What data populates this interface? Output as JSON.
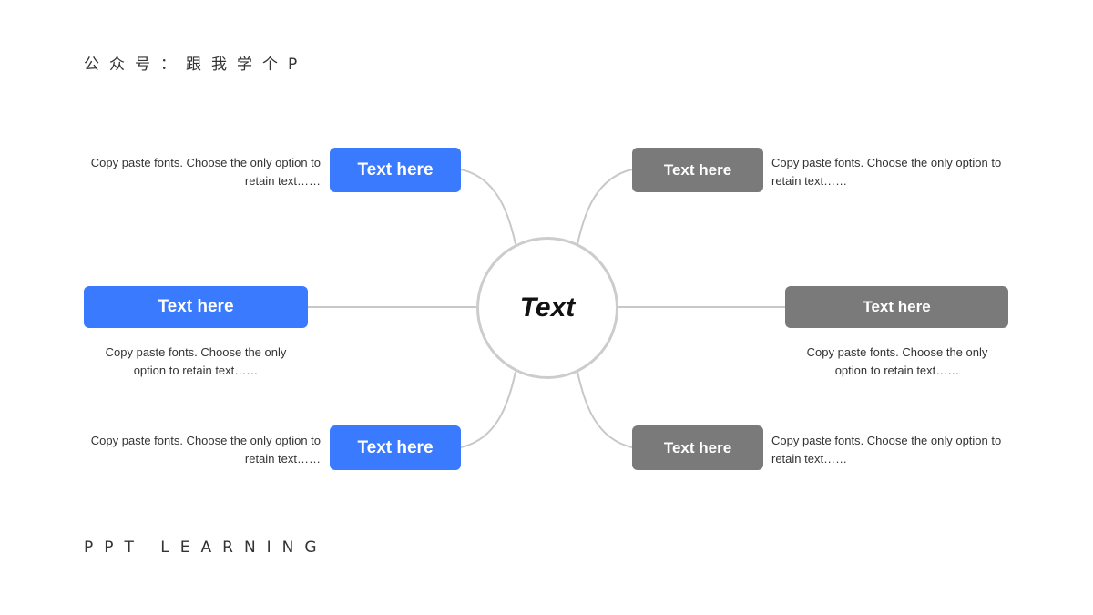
{
  "header": {
    "title": "公众号：跟我学个P"
  },
  "footer": {
    "title": "PPT LEARNING"
  },
  "colors": {
    "blue": "#3a7afe",
    "gray": "#7a7a7a",
    "connector": "#c8c8c8"
  },
  "center": {
    "label": "Text"
  },
  "nodes": {
    "top_left": {
      "label": "Text here",
      "desc": "Copy paste fonts. Choose the only option to retain text……"
    },
    "middle_left": {
      "label": "Text here",
      "desc": "Copy paste fonts. Choose the only option to retain text……"
    },
    "bottom_left": {
      "label": "Text here",
      "desc": "Copy paste fonts. Choose the only option to retain text……"
    },
    "top_right": {
      "label": "Text here",
      "desc": "Copy paste fonts. Choose the only option to retain text……"
    },
    "middle_right": {
      "label": "Text here",
      "desc": "Copy paste fonts. Choose the only option to retain text……"
    },
    "bottom_right": {
      "label": "Text here",
      "desc": "Copy paste fonts. Choose the only option to retain text……"
    }
  }
}
